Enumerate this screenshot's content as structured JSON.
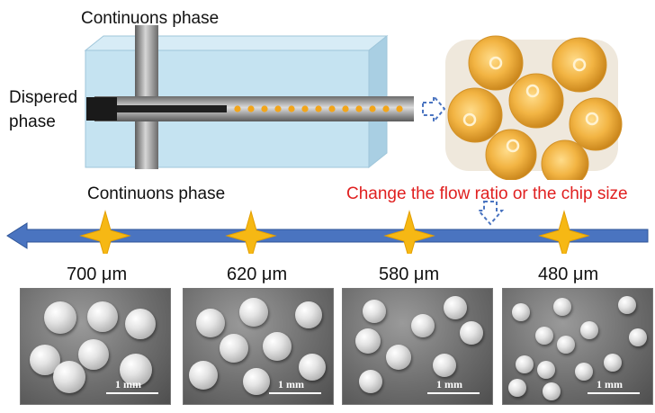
{
  "labels": {
    "continuous_top": "Continuons phase",
    "dispersed_1": "Dispered",
    "dispersed_2": "phase",
    "continuous_mid": "Continuons phase",
    "change_note": "Change the flow ratio or the chip size",
    "scale_text": "1 mm"
  },
  "sizes": [
    "700 μm",
    "620 μm",
    "580 μm",
    "480 μm"
  ],
  "colors": {
    "arrow": "#4a74c0",
    "star": "#f6b814",
    "note": "#e02020",
    "droplet": "#f0a81c"
  },
  "icons": {
    "flow_arrow": "dashed-right-arrow-icon",
    "down_arrow": "dashed-down-arrow-icon",
    "marker": "four-point-star-icon"
  }
}
